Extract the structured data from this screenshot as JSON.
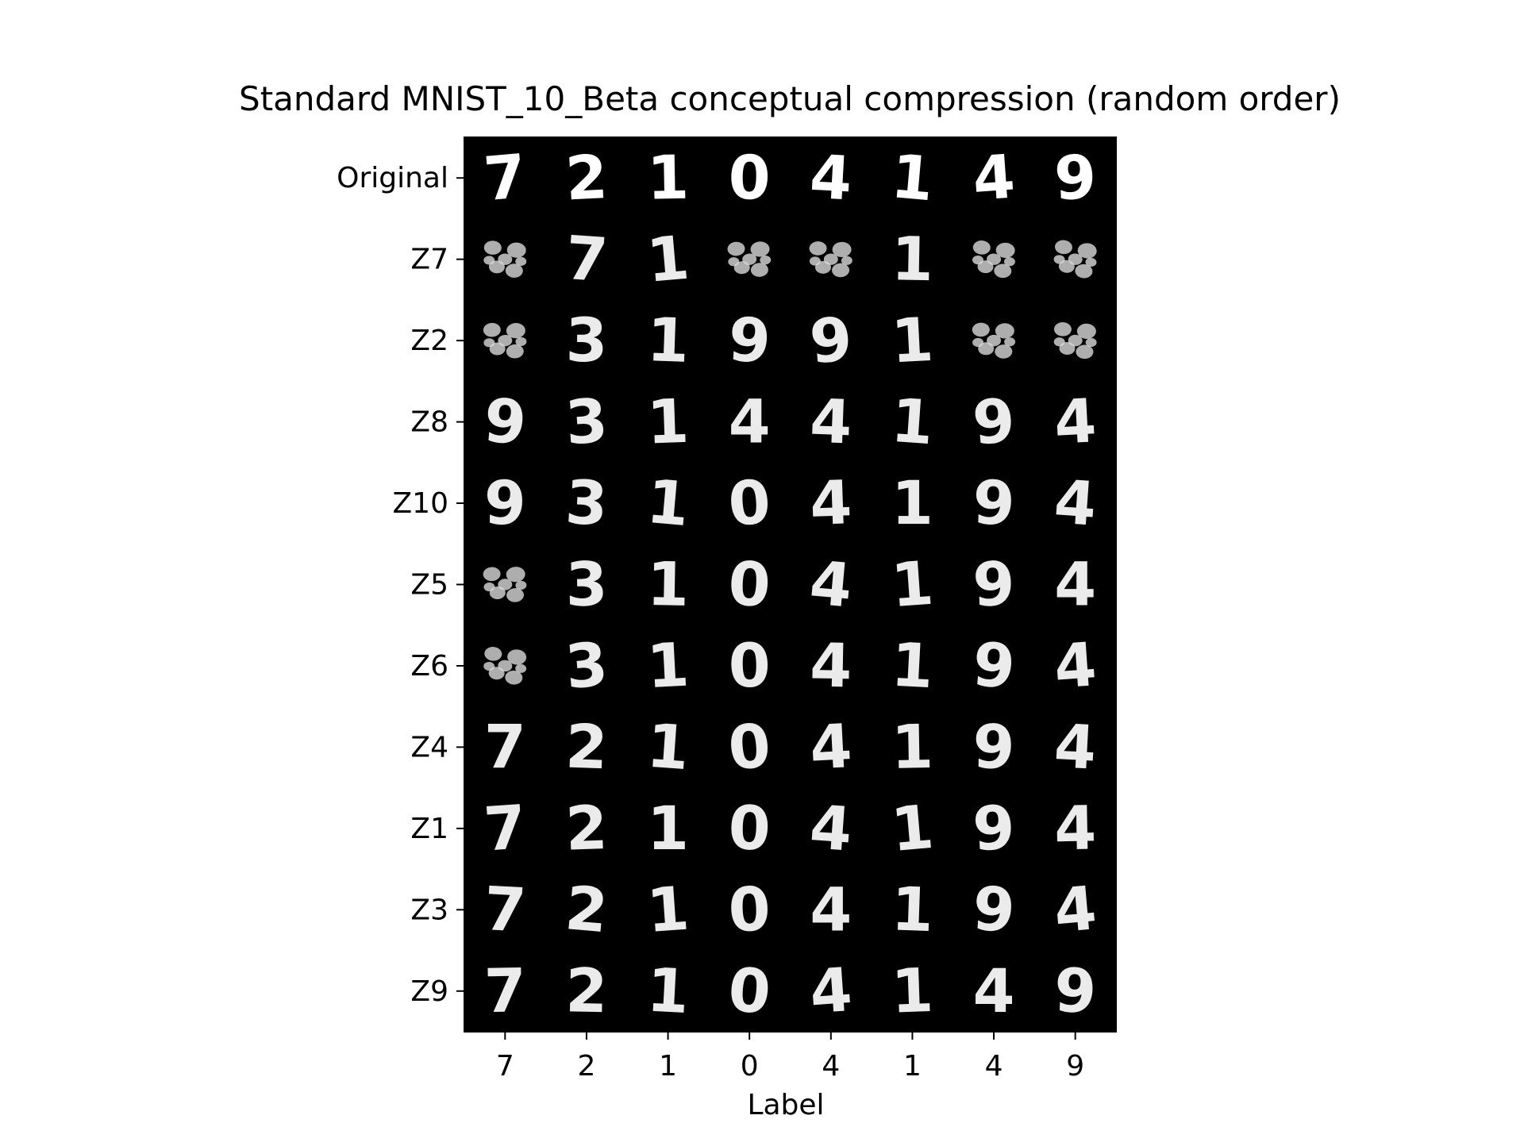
{
  "chart_data": {
    "type": "heatmap",
    "title": "Standard MNIST_10_Beta conceptual compression (random order)",
    "xlabel": "Label",
    "ylabel": "",
    "x_tick_labels": [
      "7",
      "2",
      "1",
      "0",
      "4",
      "1",
      "4",
      "9"
    ],
    "y_tick_labels": [
      "Original",
      "Z7",
      "Z2",
      "Z8",
      "Z10",
      "Z5",
      "Z6",
      "Z4",
      "Z1",
      "Z3",
      "Z9"
    ],
    "rows": [
      {
        "name": "Original",
        "reconstructed_digits": [
          "7",
          "2",
          "1",
          "0",
          "4",
          "1",
          "4",
          "9"
        ]
      },
      {
        "name": "Z7",
        "reconstructed_digits": [
          "blur",
          "7",
          "1",
          "blur",
          "blur",
          "1",
          "blur",
          "blur"
        ]
      },
      {
        "name": "Z2",
        "reconstructed_digits": [
          "blur",
          "3",
          "1",
          "9",
          "9",
          "1",
          "blur",
          "blur"
        ]
      },
      {
        "name": "Z8",
        "reconstructed_digits": [
          "9",
          "3",
          "1",
          "4",
          "4",
          "1",
          "9",
          "4"
        ]
      },
      {
        "name": "Z10",
        "reconstructed_digits": [
          "9",
          "3",
          "1",
          "0",
          "4",
          "1",
          "9",
          "4"
        ]
      },
      {
        "name": "Z5",
        "reconstructed_digits": [
          "blur",
          "3",
          "1",
          "0",
          "4",
          "1",
          "9",
          "4"
        ]
      },
      {
        "name": "Z6",
        "reconstructed_digits": [
          "blur",
          "3",
          "1",
          "0",
          "4",
          "1",
          "9",
          "4"
        ]
      },
      {
        "name": "Z4",
        "reconstructed_digits": [
          "7",
          "2",
          "1",
          "0",
          "4",
          "1",
          "9",
          "4"
        ]
      },
      {
        "name": "Z1",
        "reconstructed_digits": [
          "7",
          "2",
          "1",
          "0",
          "4",
          "1",
          "9",
          "4"
        ]
      },
      {
        "name": "Z3",
        "reconstructed_digits": [
          "7",
          "2",
          "1",
          "0",
          "4",
          "1",
          "9",
          "4"
        ]
      },
      {
        "name": "Z9",
        "reconstructed_digits": [
          "7",
          "2",
          "1",
          "0",
          "4",
          "1",
          "4",
          "9"
        ]
      }
    ],
    "colormap": "gray",
    "background_color": "#000000",
    "foreground_color": "#ffffff",
    "grid": false
  }
}
